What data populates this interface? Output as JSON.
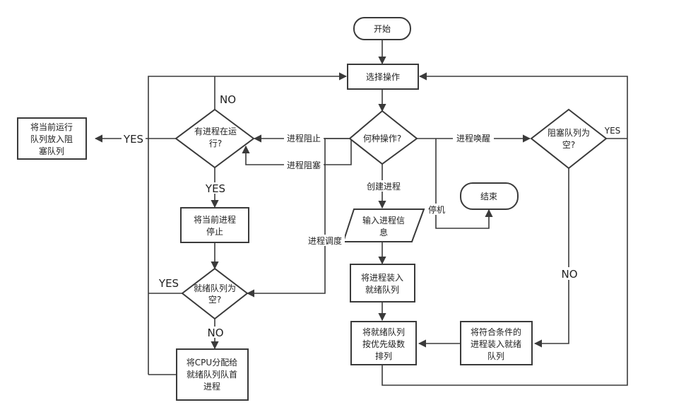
{
  "nodes": {
    "start": "开始",
    "select_op": "选择操作",
    "which_op": "何种操作?",
    "proc_running_1": "有进程在运",
    "proc_running_2": "行?",
    "current_queue_1": "将当前运行",
    "current_queue_2": "队列放入阻",
    "current_queue_3": "塞队列",
    "stop_current_1": "将当前进程",
    "stop_current_2": "停止",
    "ready_empty_1": "就绪队列为",
    "ready_empty_2": "空?",
    "alloc_cpu_1": "将CPU分配给",
    "alloc_cpu_2": "就绪队列队首",
    "alloc_cpu_3": "进程",
    "input_info_1": "输入进程信",
    "input_info_2": "息",
    "load_ready_1": "将进程装入",
    "load_ready_2": "就绪队列",
    "sort_ready_1": "将就绪队列",
    "sort_ready_2": "按优先级数",
    "sort_ready_3": "排列",
    "end": "结束",
    "blocked_empty_1": "阻塞队列为",
    "blocked_empty_2": "空?",
    "move_eligible_1": "将符合条件的",
    "move_eligible_2": "进程装入就绪",
    "move_eligible_3": "队列"
  },
  "edges": {
    "block_stop": "进程阻止",
    "block": "进程阻塞",
    "create": "创建进程",
    "schedule": "进程调度",
    "shutdown": "停机",
    "wake": "进程唤醒",
    "no_top": "NO",
    "yes_left": "YES",
    "yes_down": "YES",
    "yes_ready": "YES",
    "no_ready": "NO",
    "yes_blocked": "YES",
    "no_blocked": "NO"
  }
}
